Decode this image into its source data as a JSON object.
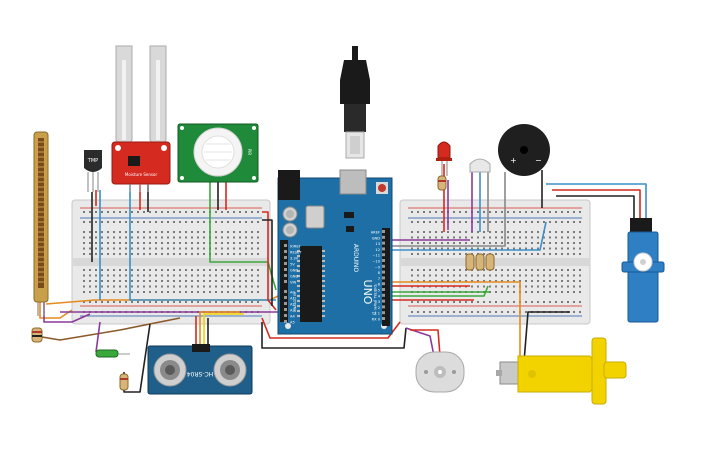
{
  "arduino": {
    "brand": "ARDUINO",
    "model": "UNO",
    "digital_header": "DIGITAL (PWM ~)",
    "analog_header": "ANALOG IN",
    "left_pins": [
      "IOREF",
      "RESET",
      "3.3V",
      "5V",
      "GND",
      "GND",
      "VIN"
    ],
    "analog_pins": [
      "A0",
      "A1",
      "A2",
      "A3",
      "A4",
      "A5"
    ],
    "digital_pins": [
      "AREF",
      "GND",
      "13",
      "12",
      "~11",
      "~10",
      "~9",
      "8",
      "7",
      "~6",
      "~5",
      "4",
      "~3",
      "2",
      "TX 1",
      "RX 0"
    ]
  },
  "temperature_sensor": {
    "label": "TMP"
  },
  "soil_sensor": {
    "label": "Moisture Sensor"
  },
  "pir_sensor": {
    "label": "PIR"
  },
  "ultrasonic_sensor": {
    "label": "HC-SR04"
  },
  "colors": {
    "breadboard": "#e8e8e8",
    "arduino_board": "#1d6fa5",
    "wire_red": "#d42a20",
    "wire_black": "#222222",
    "wire_green": "#3aa83a",
    "wire_blue": "#3a8fc8",
    "wire_orange": "#e58a1f",
    "wire_purple": "#8a3a9a",
    "wire_brown": "#8a5a2a",
    "motor_yellow": "#f2d300"
  }
}
